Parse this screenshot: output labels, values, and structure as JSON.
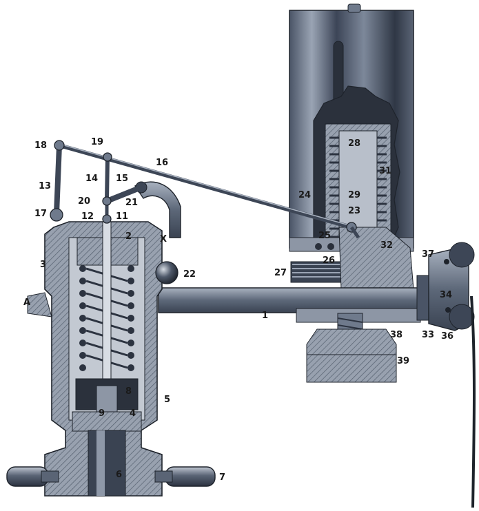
{
  "colors": {
    "metal_dark": "#3d4656",
    "metal_mid": "#6f7a8c",
    "metal_light": "#c9ced6",
    "section_fill": "#8d96a5",
    "hatch": "#55606f",
    "spring": "#2c3340",
    "outline": "#1e232b",
    "background": "#ffffff"
  },
  "labels": {
    "l1": "1",
    "l2": "2",
    "l3": "3",
    "l4": "4",
    "l5": "5",
    "l6": "6",
    "l7": "7",
    "l8": "8",
    "l9": "9",
    "l11": "11",
    "l12": "12",
    "l13": "13",
    "l14": "14",
    "l15": "15",
    "l16": "16",
    "l17": "17",
    "l18": "18",
    "l19": "19",
    "l20": "20",
    "l21": "21",
    "l22": "22",
    "l23": "23",
    "l24": "24",
    "l25": "25",
    "l26": "26",
    "l27": "27",
    "l28": "28",
    "l29": "29",
    "l31": "31",
    "l32": "32",
    "l33": "33",
    "l34": "34",
    "l36": "36",
    "l37": "37",
    "l38": "38",
    "l39": "39",
    "lA": "A",
    "lX": "X"
  }
}
